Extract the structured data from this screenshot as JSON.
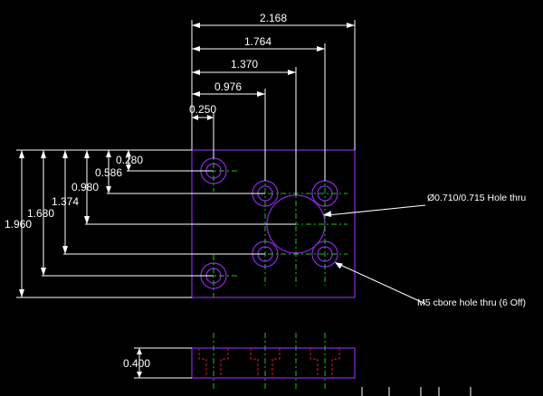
{
  "horizontal_dims": [
    "2.168",
    "1.764",
    "1.370",
    "0.976",
    "0.250"
  ],
  "vertical_dims": [
    "0.280",
    "0.586",
    "0.980",
    "1.374",
    "1.680",
    "1.960"
  ],
  "side_view_dim": "0.400",
  "notes": {
    "hole_thru": "Ø0.710/0.715 Hole thru",
    "cbore": "M5 cbore hole thru (6 Off)"
  },
  "colors": {
    "outline": "#8a2be2",
    "center": "#22c022",
    "hidden": "#d02020",
    "dims": "#ffffff",
    "background": "#000000"
  }
}
